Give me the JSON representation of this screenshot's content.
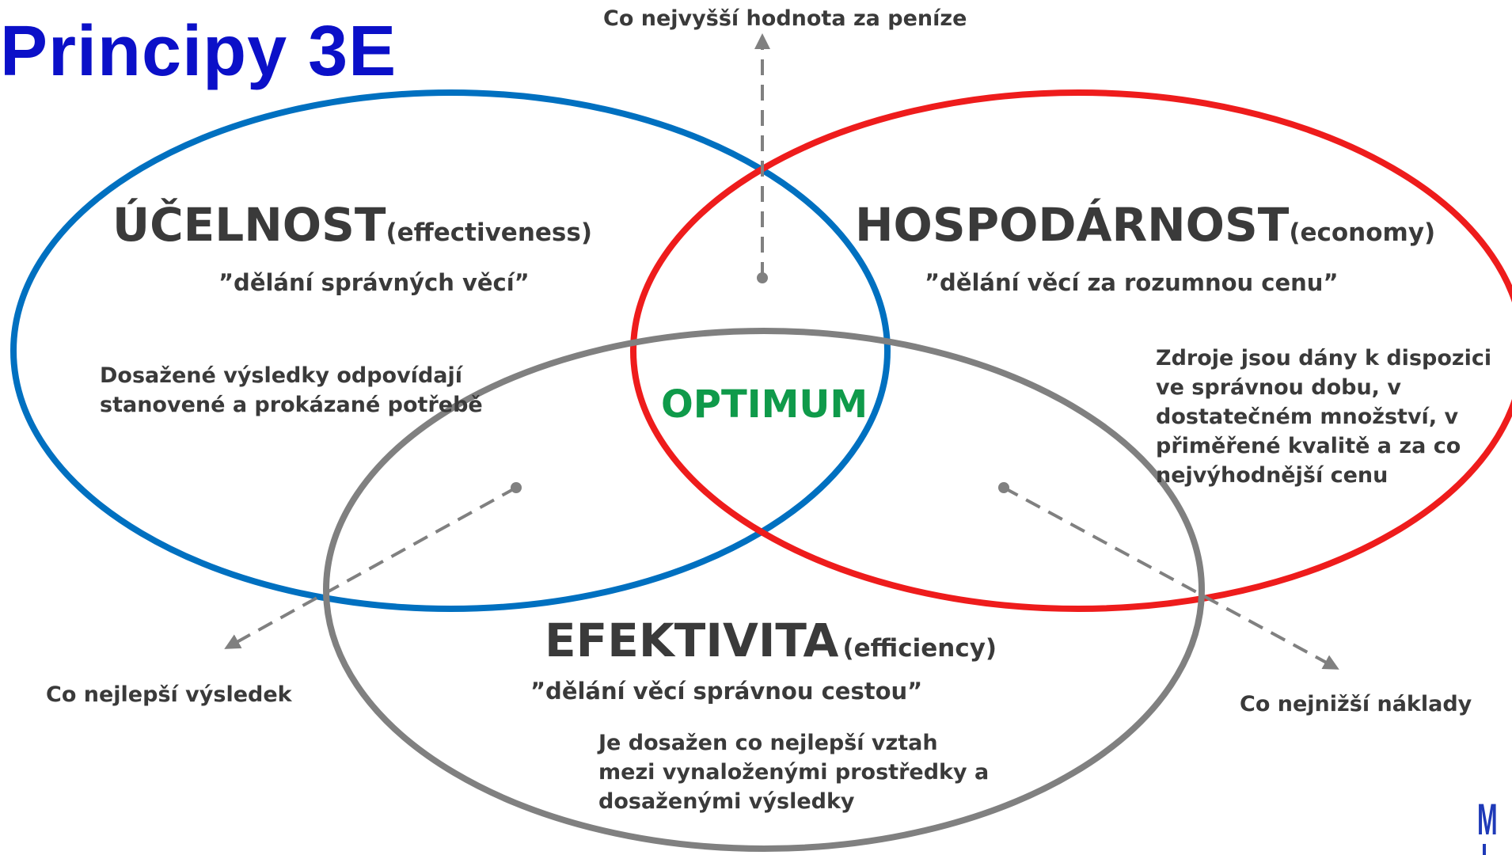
{
  "title": "Principy 3E",
  "top_pointer": "Co nejvyšší hodnota za peníze",
  "effectiveness": {
    "heading": "ÚČELNOST",
    "english": "(effectiveness)",
    "quote": "”dělání správných věcí”",
    "description": "Dosažené výsledky odpovídají stanovené a prokázané potřebě",
    "pointer": "Co nejlepší výsledek",
    "color": "#0070c0"
  },
  "economy": {
    "heading": "HOSPODÁRNOST",
    "english": "(economy)",
    "quote": "”dělání věcí za rozumnou cenu”",
    "description": "Zdroje jsou dány k dispozici ve správnou dobu, v dostatečném množství, v přiměřené kvalitě a za co nejvýhodnější cenu",
    "pointer": "Co nejnižší náklady",
    "color": "#ee1c1c"
  },
  "efficiency": {
    "heading": "EFEKTIVITA",
    "english": "(efficiency)",
    "quote": "”dělání věcí správnou cestou”",
    "description": "Je dosažen co nejlepší vztah mezi vynaloženými prostředky a dosaženými výsledky",
    "color": "#808080"
  },
  "optimum": "OPTIMUM",
  "optimum_color": "#0f9a4a",
  "title_color": "#0b10c8",
  "logo_text": "M",
  "logo_color": "#1f3ab8"
}
